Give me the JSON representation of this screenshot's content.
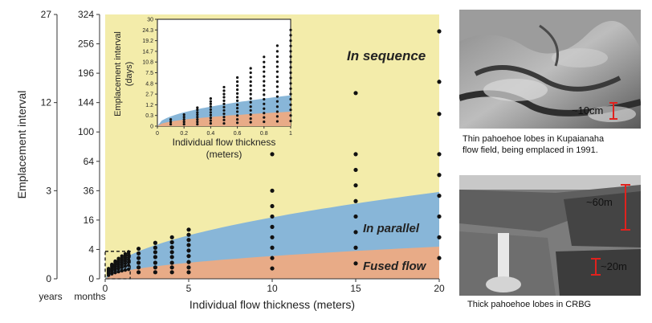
{
  "chart_data": [
    {
      "type": "scatter",
      "xlabel": "Individual flow thickness (meters)",
      "ylabel": "Emplacement interval",
      "xlim": [
        0,
        20
      ],
      "x_ticks": [
        "0",
        "5",
        "10",
        "15",
        "20"
      ],
      "month_axis": {
        "label": "months",
        "ticks": [
          "0",
          "4",
          "16",
          "36",
          "64",
          "100",
          "144",
          "196",
          "256",
          "324"
        ],
        "tick_values": [
          0,
          4,
          16,
          36,
          64,
          100,
          144,
          196,
          256,
          324
        ]
      },
      "year_axis": {
        "label": "years",
        "ticks": [
          "0",
          "3",
          "12",
          "27"
        ],
        "tick_months": [
          0,
          36,
          144,
          324
        ]
      },
      "y_scale": "square-root (months)",
      "regions": [
        {
          "name": "In sequence",
          "color": "#f3ecaa",
          "boundary": "above parallel line"
        },
        {
          "name": "In parallel",
          "color": "#88b6d8",
          "upper_line_months_at_x": [
            [
              0,
              0
            ],
            [
              20,
              35
            ]
          ]
        },
        {
          "name": "Fused flow",
          "color": "#e8ab87",
          "upper_line_months_at_x": [
            [
              0,
              0
            ],
            [
              20,
              4.8
            ]
          ]
        }
      ],
      "series": [
        {
          "x": 2,
          "y_months": [
            0.2,
            0.6,
            1.2,
            2.0,
            3.0,
            4.2
          ]
        },
        {
          "x": 3,
          "y_months": [
            0.2,
            0.6,
            1.2,
            2.2,
            3.3,
            4.5,
            6.0
          ]
        },
        {
          "x": 4,
          "y_months": [
            0.2,
            0.6,
            1.2,
            2.2,
            3.3,
            4.6,
            6.2,
            8.0
          ]
        },
        {
          "x": 5,
          "y_months": [
            0.2,
            0.6,
            1.3,
            2.4,
            3.7,
            5.3,
            7.0,
            9.0,
            11.2
          ]
        },
        {
          "x": 10,
          "y_months": [
            0.5,
            2.0,
            4.5,
            8.0,
            12.5,
            18,
            24.5,
            36,
            72
          ]
        },
        {
          "x": 15,
          "y_months": [
            1.1,
            4.5,
            10.1,
            18,
            28,
            40.5,
            55,
            72,
            160
          ]
        },
        {
          "x": 20,
          "y_months": [
            2.0,
            8.0,
            18,
            32,
            50,
            72,
            126,
            180,
            284
          ]
        }
      ],
      "inset_box_corner": {
        "x": [
          0,
          1.4
        ],
        "y_months": [
          0,
          3.5
        ]
      }
    },
    {
      "type": "scatter",
      "title": "",
      "xlabel": "Individual flow thickness\n(meters)",
      "ylabel": "Emplacement interval\n(days)",
      "xlim": [
        0,
        1
      ],
      "x_ticks": [
        "0",
        "0.2",
        "0.4",
        "0.6",
        "0.8",
        "1"
      ],
      "y_ticks": [
        "0",
        "0.3",
        "1.2",
        "2.7",
        "4.8",
        "7.5",
        "10.8",
        "14.7",
        "19.2",
        "24.3",
        "30"
      ],
      "y_tick_values": [
        0,
        0.3,
        1.2,
        2.7,
        4.8,
        7.5,
        10.8,
        14.7,
        19.2,
        24.3,
        30
      ],
      "regions": [
        {
          "name": "parallel",
          "color": "#88b6d8",
          "upper_line_days_at_x": [
            [
              0,
              0
            ],
            [
              1,
              2.5
            ]
          ]
        },
        {
          "name": "fused",
          "color": "#e8ab87",
          "upper_line_days_at_x": [
            [
              0,
              0
            ],
            [
              1,
              0.55
            ]
          ]
        }
      ],
      "series": [
        {
          "x": 0.1,
          "y_days": [
            0.01,
            0.05,
            0.12
          ]
        },
        {
          "x": 0.2,
          "y_days": [
            0.01,
            0.05,
            0.12,
            0.22,
            0.35
          ]
        },
        {
          "x": 0.3,
          "y_days": [
            0.01,
            0.05,
            0.12,
            0.22,
            0.35,
            0.5,
            0.7,
            0.9
          ]
        },
        {
          "x": 0.4,
          "y_days": [
            0.02,
            0.08,
            0.18,
            0.32,
            0.5,
            0.72,
            1.0,
            1.3,
            1.6,
            2.0
          ]
        },
        {
          "x": 0.5,
          "y_days": [
            0.02,
            0.1,
            0.22,
            0.4,
            0.65,
            0.95,
            1.3,
            1.7,
            2.2,
            2.7,
            3.3,
            4.0
          ]
        },
        {
          "x": 0.6,
          "y_days": [
            0.03,
            0.12,
            0.3,
            0.55,
            0.85,
            1.2,
            1.7,
            2.2,
            2.8,
            3.5,
            4.3,
            5.2,
            6.2
          ]
        },
        {
          "x": 0.7,
          "y_days": [
            0.04,
            0.15,
            0.35,
            0.65,
            1.0,
            1.5,
            2.0,
            2.7,
            3.4,
            4.3,
            5.2,
            6.3,
            7.5,
            8.8
          ]
        },
        {
          "x": 0.8,
          "y_days": [
            0.05,
            0.2,
            0.45,
            0.8,
            1.3,
            1.9,
            2.6,
            3.4,
            4.3,
            5.3,
            6.5,
            7.8,
            9.2,
            10.8,
            12.6
          ]
        },
        {
          "x": 0.9,
          "y_days": [
            0.06,
            0.25,
            0.55,
            1.0,
            1.6,
            2.3,
            3.1,
            4.1,
            5.2,
            6.4,
            7.8,
            9.3,
            10.9,
            12.7,
            14.7,
            17.0
          ]
        },
        {
          "x": 1.0,
          "y_days": [
            0.07,
            0.3,
            0.7,
            1.2,
            1.9,
            2.7,
            3.7,
            4.8,
            6.1,
            7.5,
            9.1,
            10.8,
            12.7,
            14.7,
            16.9,
            19.2,
            21.7,
            24.3
          ]
        }
      ]
    }
  ],
  "region_labels": {
    "sequence": "In sequence",
    "parallel": "In parallel",
    "fused": "Fused flow"
  },
  "photos": {
    "top_caption": "Thin pahoehoe lobes in Kupaianaha\nflow field, being emplaced in 1991.",
    "top_scale": "~10cm",
    "bottom_caption": "Thick pahoehoe lobes in CRBG",
    "bottom_scale_top": "~60m",
    "bottom_scale_bottom": "~20m",
    "scale_color": "#e0221e"
  }
}
